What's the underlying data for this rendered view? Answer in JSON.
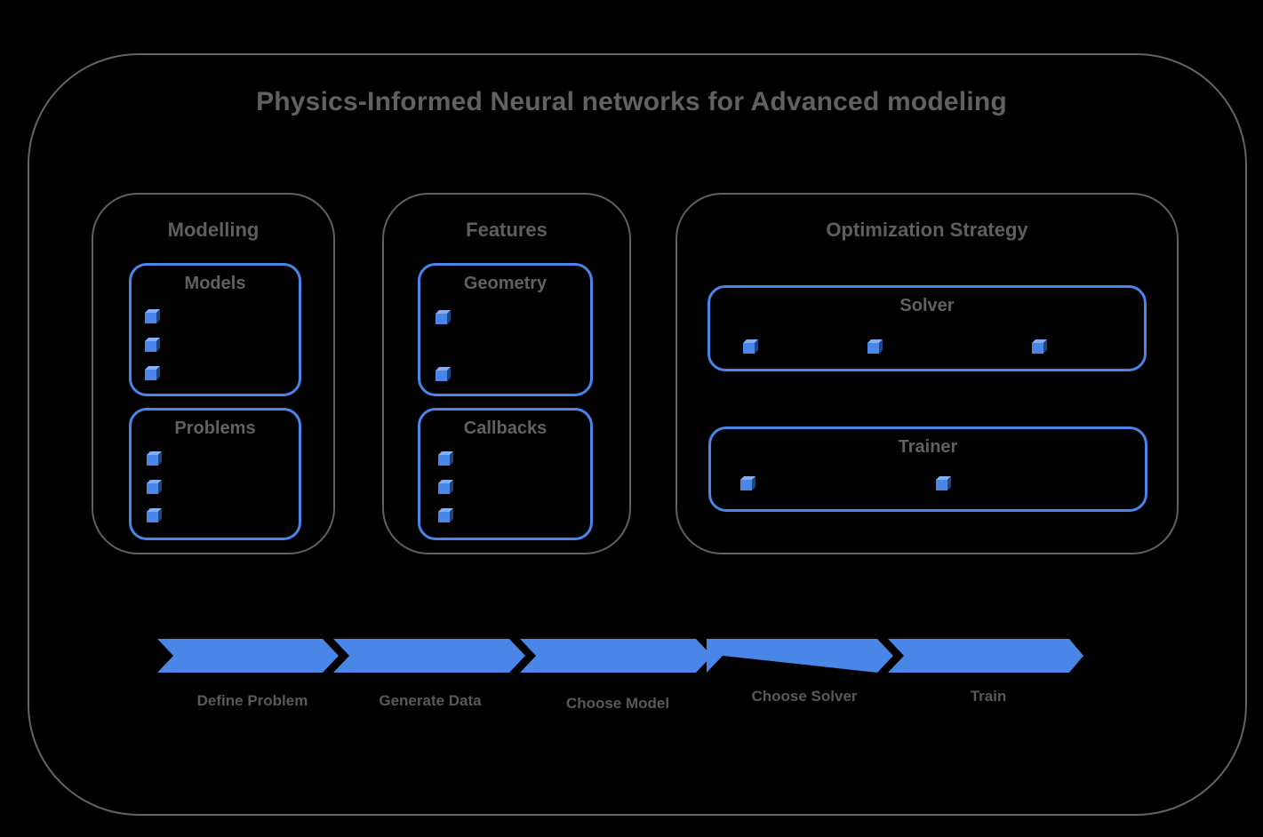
{
  "title": "Physics-Informed Neural networks for Advanced modeling",
  "colors": {
    "background": "#000000",
    "frame_gray": "#646464",
    "text_gray": "#5f5f5f",
    "accent_blue": "#4a86e8",
    "cube_top_blue": "#84aef2",
    "cube_side_blue": "#1c4587"
  },
  "sections": [
    {
      "id": "modelling",
      "title": "Modelling",
      "groups": [
        {
          "id": "models",
          "title": "Models",
          "bullet_count": 3
        },
        {
          "id": "problems",
          "title": "Problems",
          "bullet_count": 3
        }
      ]
    },
    {
      "id": "features",
      "title": "Features",
      "groups": [
        {
          "id": "geometry",
          "title": "Geometry",
          "bullet_count": 2
        },
        {
          "id": "callbacks",
          "title": "Callbacks",
          "bullet_count": 3
        }
      ]
    },
    {
      "id": "optimization-strategy",
      "title": "Optimization Strategy",
      "groups": [
        {
          "id": "solver",
          "title": "Solver",
          "bullet_count": 3
        },
        {
          "id": "trainer",
          "title": "Trainer",
          "bullet_count": 2
        }
      ]
    }
  ],
  "process_flow": {
    "steps": [
      {
        "label": "Define Problem"
      },
      {
        "label": "Generate Data"
      },
      {
        "label": "Choose Model"
      },
      {
        "label": "Choose Solver"
      },
      {
        "label": "Train"
      }
    ]
  }
}
